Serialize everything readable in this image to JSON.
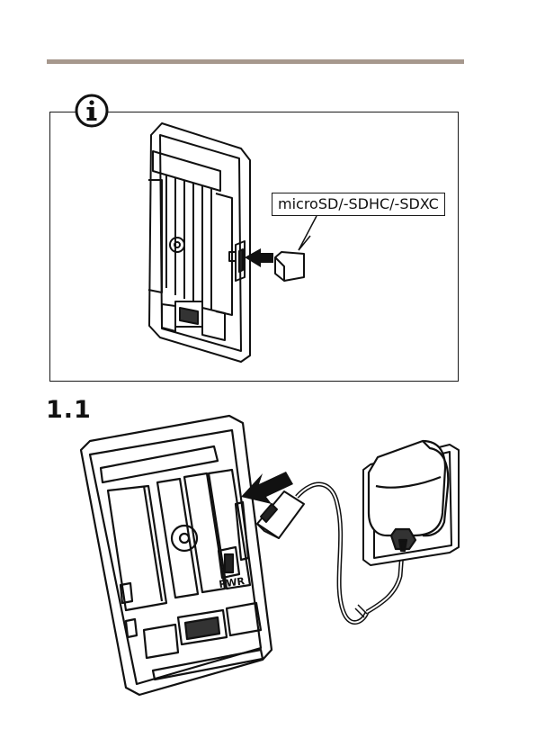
{
  "figure1": {
    "card_label": "microSD/-SDHC/-SDXC"
  },
  "figure2": {
    "step_number": "1.1",
    "port_label": "PWR"
  }
}
